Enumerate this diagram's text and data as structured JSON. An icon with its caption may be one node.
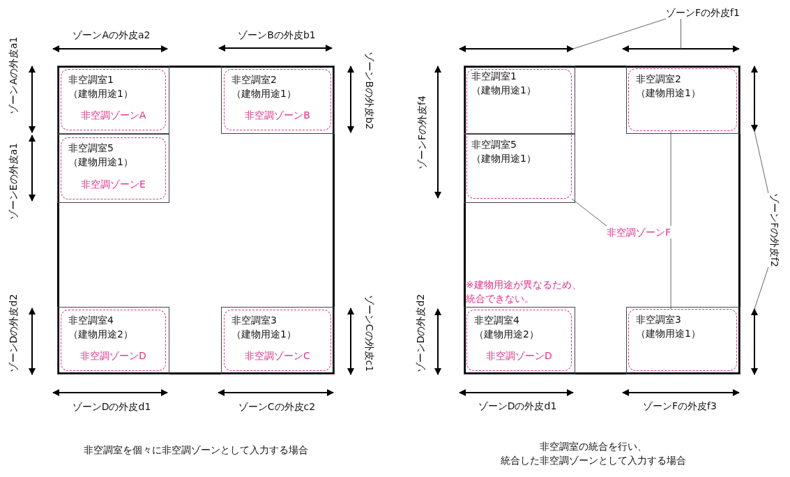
{
  "diagram": {
    "nodes": [
      {
        "text": [],
        "shape": "box"
      },
      {
        "text": [],
        "shape": "box",
        "in": 0
      },
      {
        "text": [
          "非空調室1",
          "（建物用途1）",
          "非空調ゾーンA"
        ],
        "in": 1
      },
      {
        "text": [],
        "shape": "box",
        "in": 0
      },
      {
        "text": [
          "非空調室2",
          "（建物用途1）",
          "非空調ゾーンB"
        ],
        "in": 3
      },
      {
        "text": [],
        "shape": "box",
        "in": 0
      },
      {
        "text": [
          "非空調室5",
          "（建物用途1）",
          "非空調ゾーンE"
        ],
        "in": 5
      },
      {
        "text": [],
        "shape": "box",
        "in": 0
      },
      {
        "text": [
          "非空調室4",
          "（建物用途2）",
          "非空調ゾーンD"
        ],
        "in": 7
      },
      {
        "text": [],
        "shape": "box",
        "in": 0
      },
      {
        "text": [
          "非空調室3",
          "（建物用途1）",
          "非空調ゾーンC"
        ],
        "in": 9
      },
      {
        "text": [
          "ゾーンFの外皮f1"
        ]
      },
      {
        "text": [],
        "shape": "line"
      },
      {
        "text": [],
        "shape": "line"
      },
      {
        "text": [],
        "shape": "box"
      },
      {
        "text": [
          "非空調室1",
          "（建物用途1）"
        ],
        "in": 14
      },
      {
        "text": [],
        "shape": "box",
        "in": 14
      },
      {
        "text": [
          "非空調室2",
          "（建物用途1）"
        ],
        "in": 16
      },
      {
        "text": [],
        "shape": "line"
      },
      {
        "text": [
          "非空調室5",
          "（建物用途1）"
        ],
        "in": 14
      },
      {
        "text": [],
        "shape": "box",
        "in": 14
      },
      {
        "text": [
          "ゾーンFの外皮f2"
        ]
      },
      {
        "text": [
          "非空調ゾーンF"
        ],
        "in": 14
      },
      {
        "text": [],
        "shape": "box",
        "in": 14
      },
      {
        "text": [
          "非空調室4",
          "（建物用途2）",
          "非空調ゾーンD"
        ],
        "in": 23
      },
      {
        "text": [],
        "shape": "box",
        "in": 14
      },
      {
        "text": [
          "非空調室3",
          "（建物用途1）"
        ],
        "in": 25
      },
      {
        "text": [],
        "shape": "line"
      }
    ],
    "edges": [
      {
        "from": 11,
        "to": 12,
        "arrow": "none"
      },
      {
        "from": 11,
        "to": 13,
        "arrow": "none"
      },
      {
        "from": 21,
        "to": 18,
        "arrow": "none"
      },
      {
        "from": 21,
        "to": 27,
        "arrow": "none"
      },
      {
        "from": 22,
        "to": 20,
        "arrow": "none"
      },
      {
        "from": 22,
        "to": 17,
        "arrow": "none"
      },
      {
        "from": 22,
        "to": 26,
        "arrow": "none"
      }
    ],
    "labels": [
      "ゾーンAの外皮a2",
      "ゾーンBの外皮b1",
      "ゾーンAの外皮a1",
      "ゾーンBの外皮b2",
      "ゾーンEの外皮a1",
      "ゾーンDの外皮d2",
      "ゾーンCの外皮c1",
      "ゾーンDの外皮d1",
      "ゾーンCの外皮c2",
      "非空調室を個々に非空調ゾーンとして入力する場合",
      "ゾーンFの外皮f4",
      "※建物用途が異なるため、統合できない。",
      "ゾーンDの外皮d2",
      "ゾーンDの外皮d1",
      "ゾーンFの外皮f3",
      "非空調室の統合を行い、統合した非空調ゾーンとして入力する場合"
    ]
  }
}
